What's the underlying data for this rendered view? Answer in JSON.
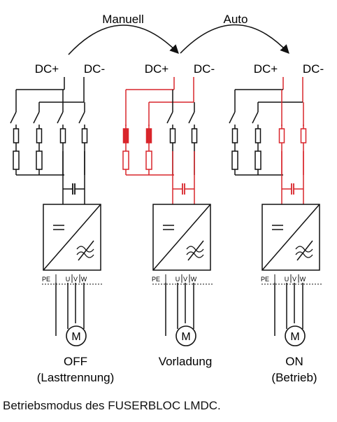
{
  "arrows": {
    "manual_label": "Manuell",
    "auto_label": "Auto"
  },
  "dc_labels": {
    "plus": "DC+",
    "minus": "DC-"
  },
  "terminal_labels": [
    "PE",
    "U",
    "V",
    "W"
  ],
  "motor_label": "M",
  "stages": [
    {
      "title": "OFF",
      "subtitle": "(Lasttrennung)"
    },
    {
      "title": "Vorladung",
      "subtitle": ""
    },
    {
      "title": "ON",
      "subtitle": "(Betrieb)"
    }
  ],
  "caption": "Betriebsmodus des FUSERBLOC LMDC.",
  "colors": {
    "energized": "#d9252b",
    "wire": "#111111"
  }
}
